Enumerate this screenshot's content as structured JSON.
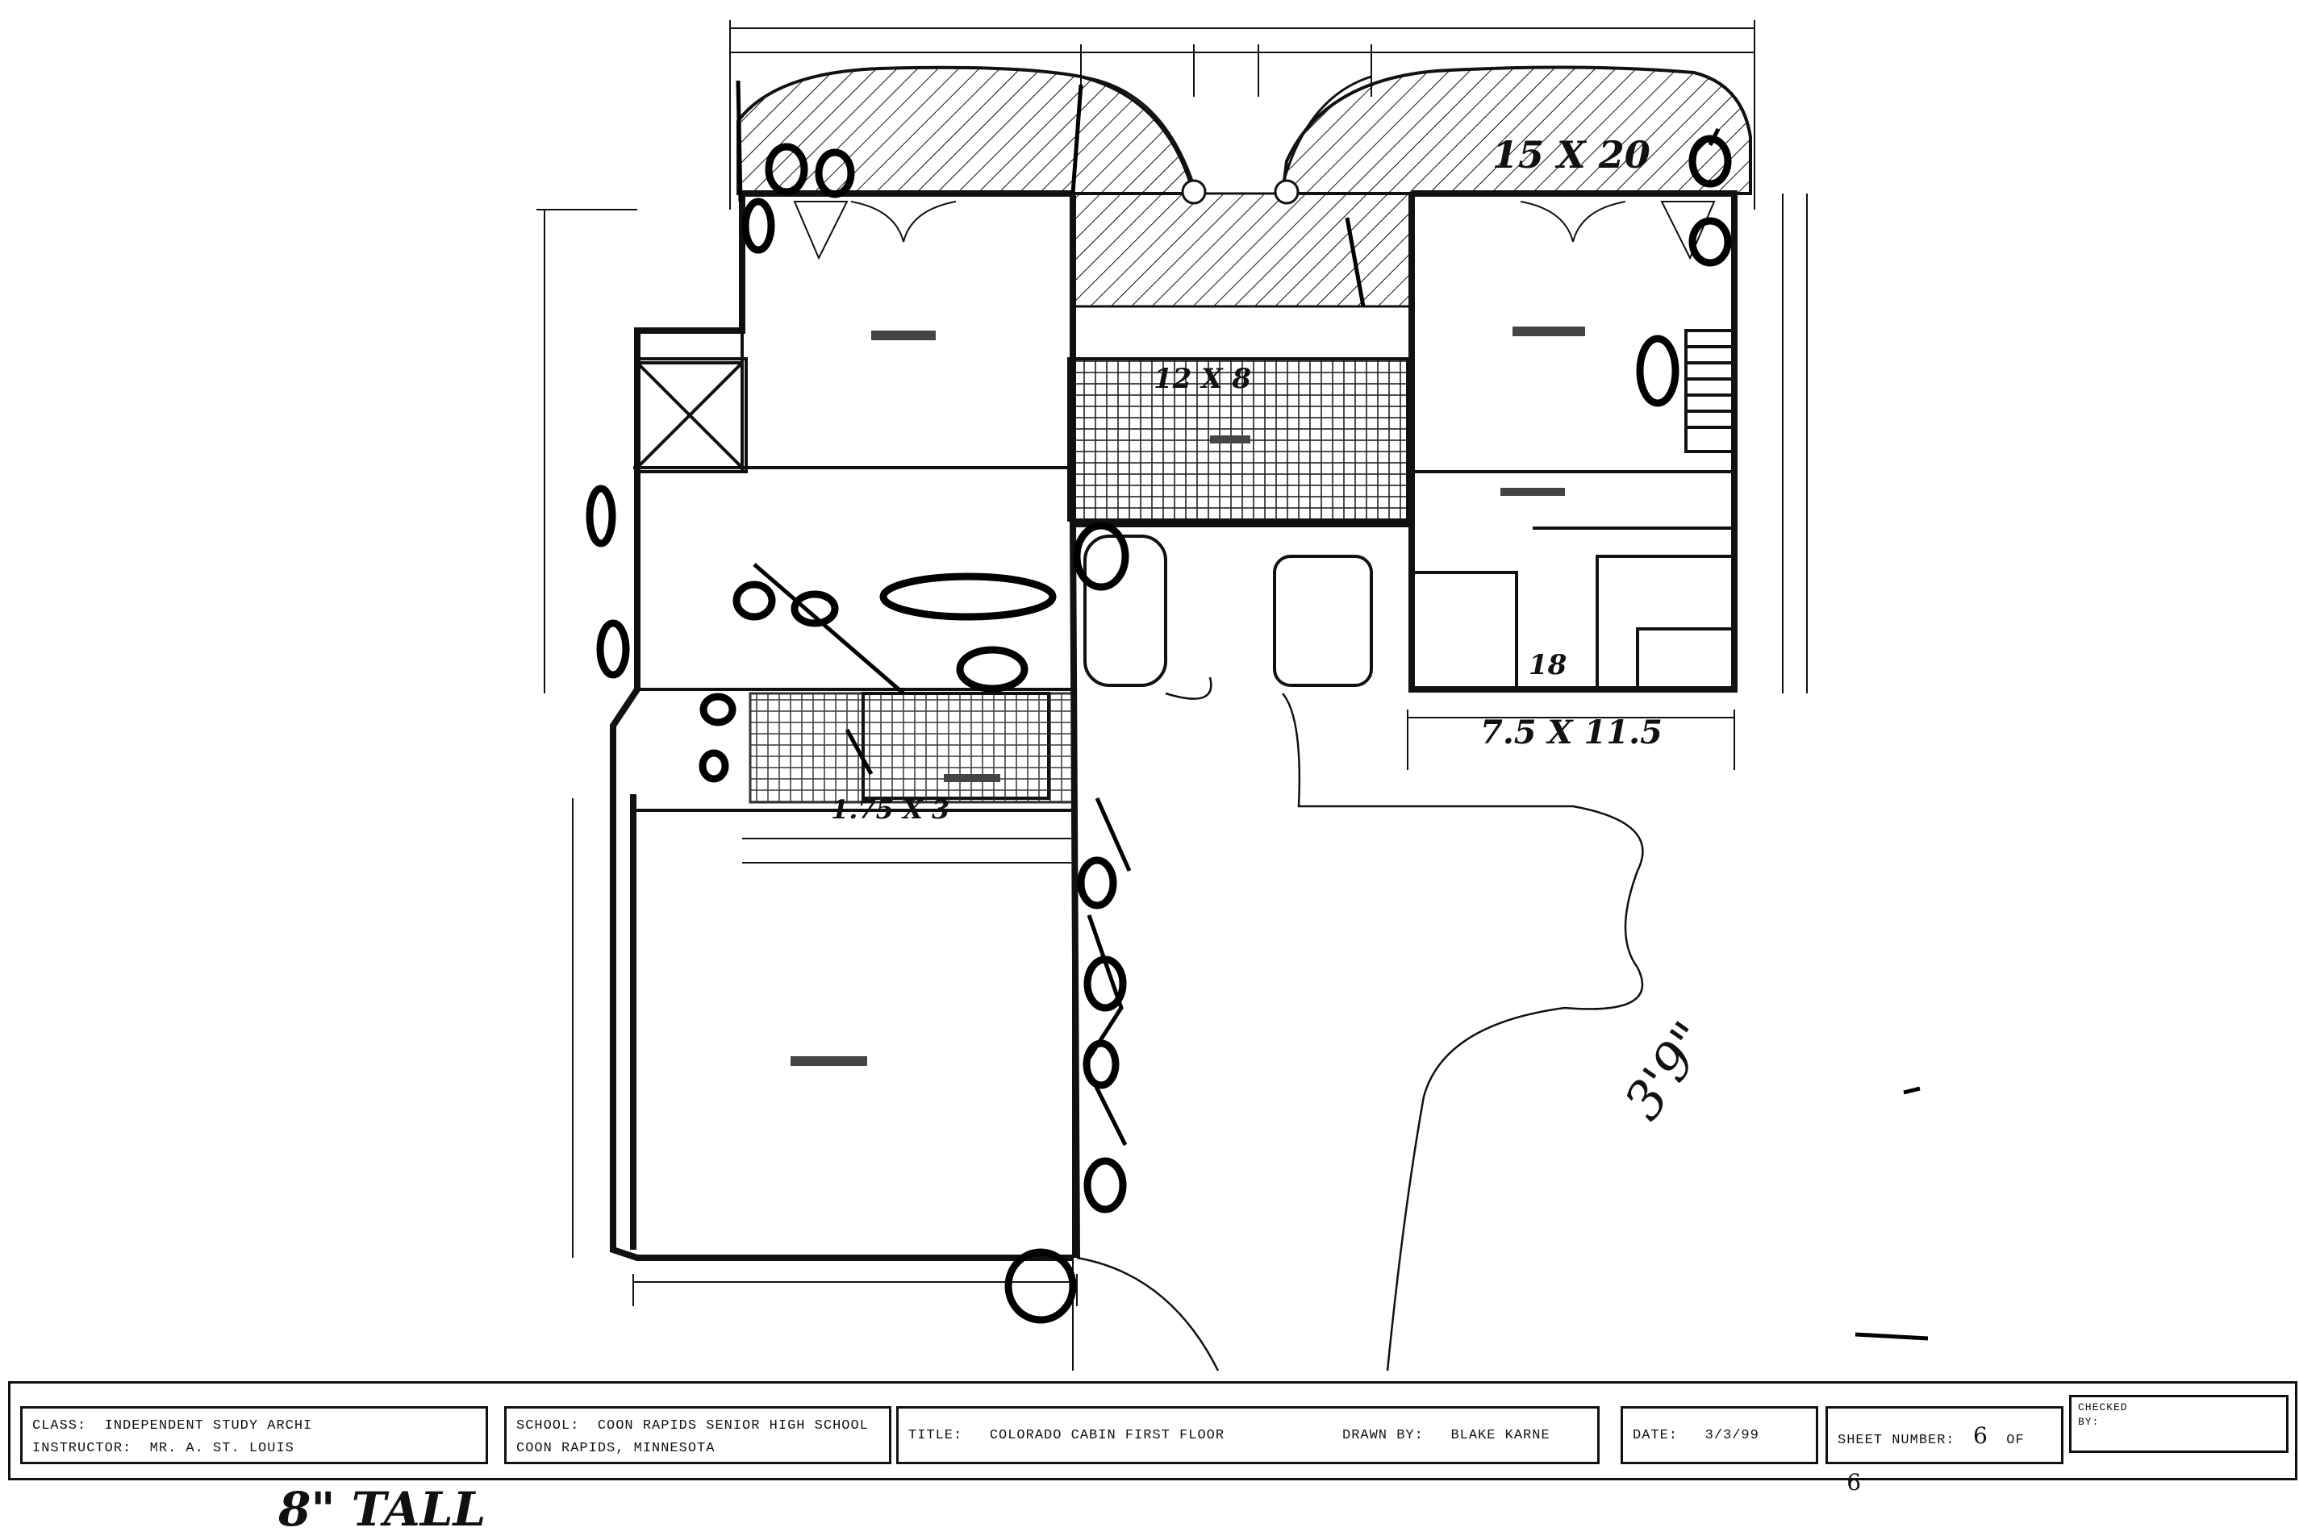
{
  "title_block": {
    "class_label": "CLASS:",
    "class_value": "INDEPENDENT STUDY ARCHI",
    "instructor_label": "INSTRUCTOR:",
    "instructor_value": "MR. A. ST. LOUIS",
    "school_label": "SCHOOL:",
    "school_value": "COON RAPIDS SENIOR HIGH SCHOOL",
    "school_city": "COON RAPIDS, MINNESOTA",
    "title_label": "TITLE:",
    "title_value": "COLORADO CABIN FIRST FLOOR",
    "drawn_by_label": "DRAWN BY:",
    "drawn_by_value": "BLAKE KARNE",
    "date_label": "DATE:",
    "date_value": "3/3/99",
    "sheet_label": "SHEET NUMBER:",
    "sheet_number": "6",
    "sheet_of": "OF",
    "sheet_total": "6",
    "checked_label": "CHECKED",
    "checked_by_label": "BY:"
  },
  "annotations": {
    "bottom_note": "8\" TALL",
    "height_note": "3'9\"",
    "deck_dim": "15 X 20",
    "porch_dim": "12 X 8",
    "bath_dim": "7.5 X 11.5",
    "kitchen_dim": "1.75 X 3",
    "bath_height": "18"
  }
}
